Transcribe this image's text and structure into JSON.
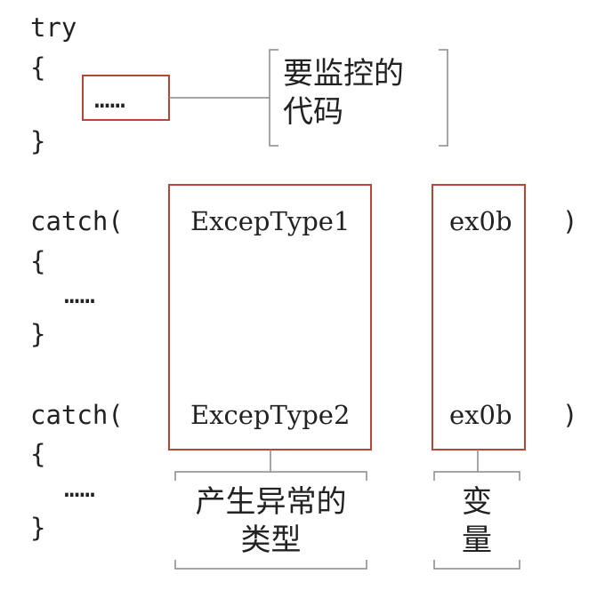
{
  "code": {
    "try": "try",
    "open_brace_1": "{",
    "close_brace_1": "}",
    "catch_1": "catch(",
    "open_brace_2": "{",
    "close_brace_2": "}",
    "catch_2": "catch(",
    "open_brace_3": "{",
    "close_brace_3": "}",
    "close_paren_1": ")",
    "close_paren_2": ")",
    "ellipsis": "……"
  },
  "boxes": {
    "try_body": "……",
    "exception_type_1": "ExcepType1",
    "exception_type_2": "ExcepType2",
    "var_1": "ex0b",
    "var_2": "ex0b"
  },
  "labels": {
    "monitored_code_line1": "要监控的",
    "monitored_code_line2": "代码",
    "exception_type_line1": "产生异常的",
    "exception_type_line2": "类型",
    "variable_line1": "变",
    "variable_line2": "量"
  },
  "colors": {
    "box_border": "#b5463a",
    "bracket": "#888888",
    "text": "#222222"
  }
}
